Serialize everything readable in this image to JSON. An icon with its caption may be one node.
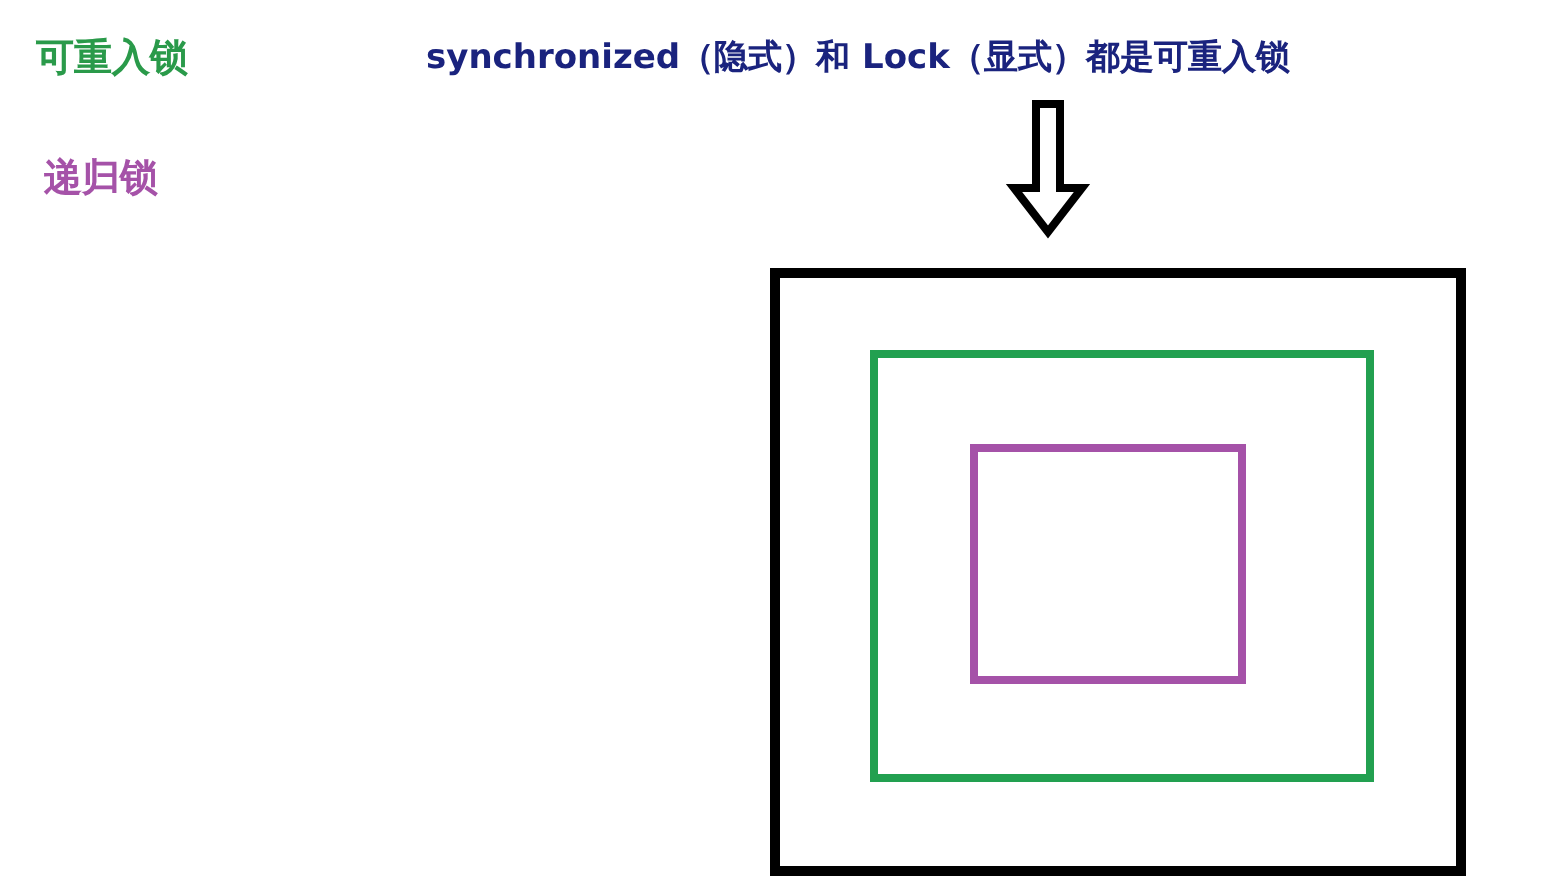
{
  "diagram": {
    "nodes": [
      {
        "text": [
          "synchronized（隐式）和 Lock（显式）都是可重入锁"
        ]
      },
      {
        "text": [],
        "shape": "box"
      },
      {
        "text": [],
        "shape": "box",
        "in": 1
      },
      {
        "text": [],
        "shape": "box",
        "in": 2
      }
    ],
    "edges": [
      {
        "from": 0,
        "to": 1,
        "arrow": "to"
      }
    ],
    "labels": [
      "可重入锁",
      "递归锁"
    ]
  }
}
